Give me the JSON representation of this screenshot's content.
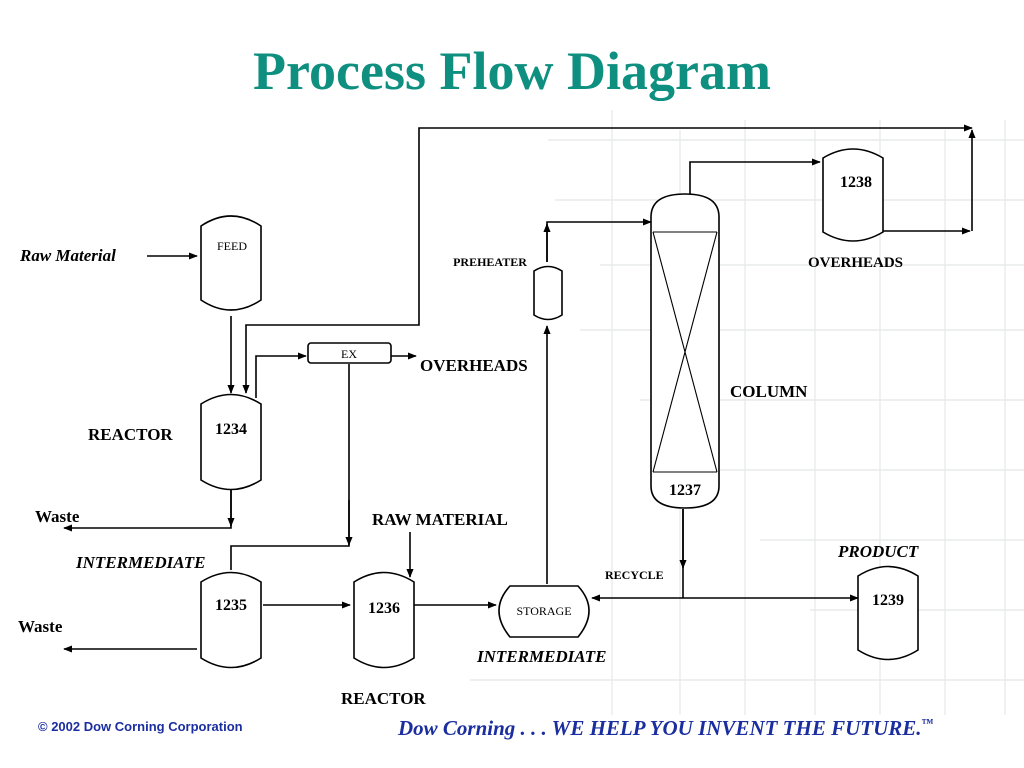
{
  "title": "Process Flow Diagram",
  "vessels": {
    "feed": "FEED",
    "reactor_1234": "1234",
    "vessel_1235": "1235",
    "reactor_1236": "1236",
    "storage": "STORAGE",
    "preheater": "PREHEATER",
    "column_1237": "1237",
    "overheads_1238": "1238",
    "product_1239": "1239",
    "exchanger": "EX"
  },
  "labels": {
    "raw_material_in": "Raw Material",
    "reactor_top": "REACTOR",
    "reactor_bottom": "REACTOR",
    "waste_top": "Waste",
    "waste_bottom": "Waste",
    "intermediate_top": "INTERMEDIATE",
    "intermediate_storage": "INTERMEDIATE",
    "overheads_ex": "OVERHEADS",
    "overheads_1238": "OVERHEADS",
    "raw_material_upper": "RAW MATERIAL",
    "column": "COLUMN",
    "recycle": "RECYCLE",
    "product": "PRODUCT"
  },
  "footer": {
    "copyright": "© 2002 Dow Corning Corporation",
    "tagline": "Dow Corning . . . WE HELP YOU INVENT THE FUTURE.",
    "trademark": "™"
  },
  "colors": {
    "title": "#0e8f80",
    "footer": "#1b2ea0",
    "grid": "#e4e8e6"
  }
}
